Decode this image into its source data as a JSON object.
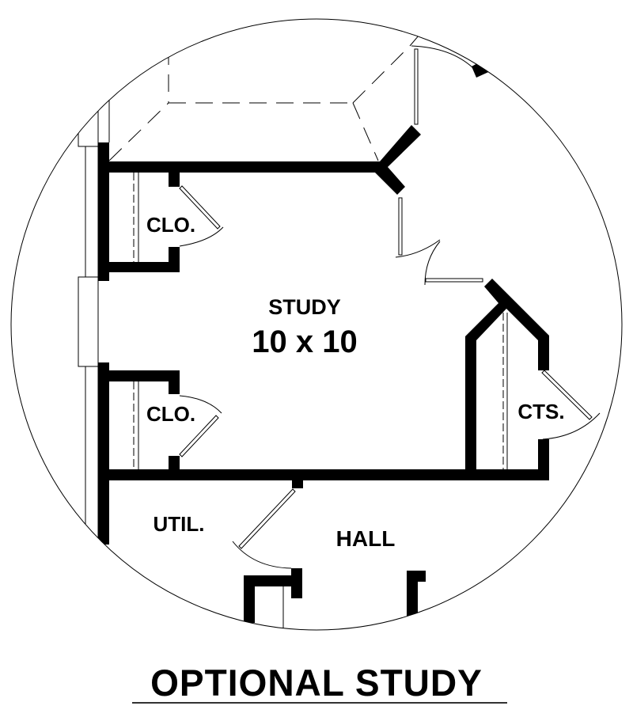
{
  "drawing": {
    "title": "OPTIONAL STUDY",
    "rooms": {
      "study_name": "STUDY",
      "study_size": "10 x 10",
      "closet_top": "CLO.",
      "closet_bottom": "CLO.",
      "cabinets": "CTS.",
      "utility": "UTIL.",
      "hall": "HALL"
    },
    "colors": {
      "ink": "#000000",
      "paper": "#ffffff"
    }
  }
}
